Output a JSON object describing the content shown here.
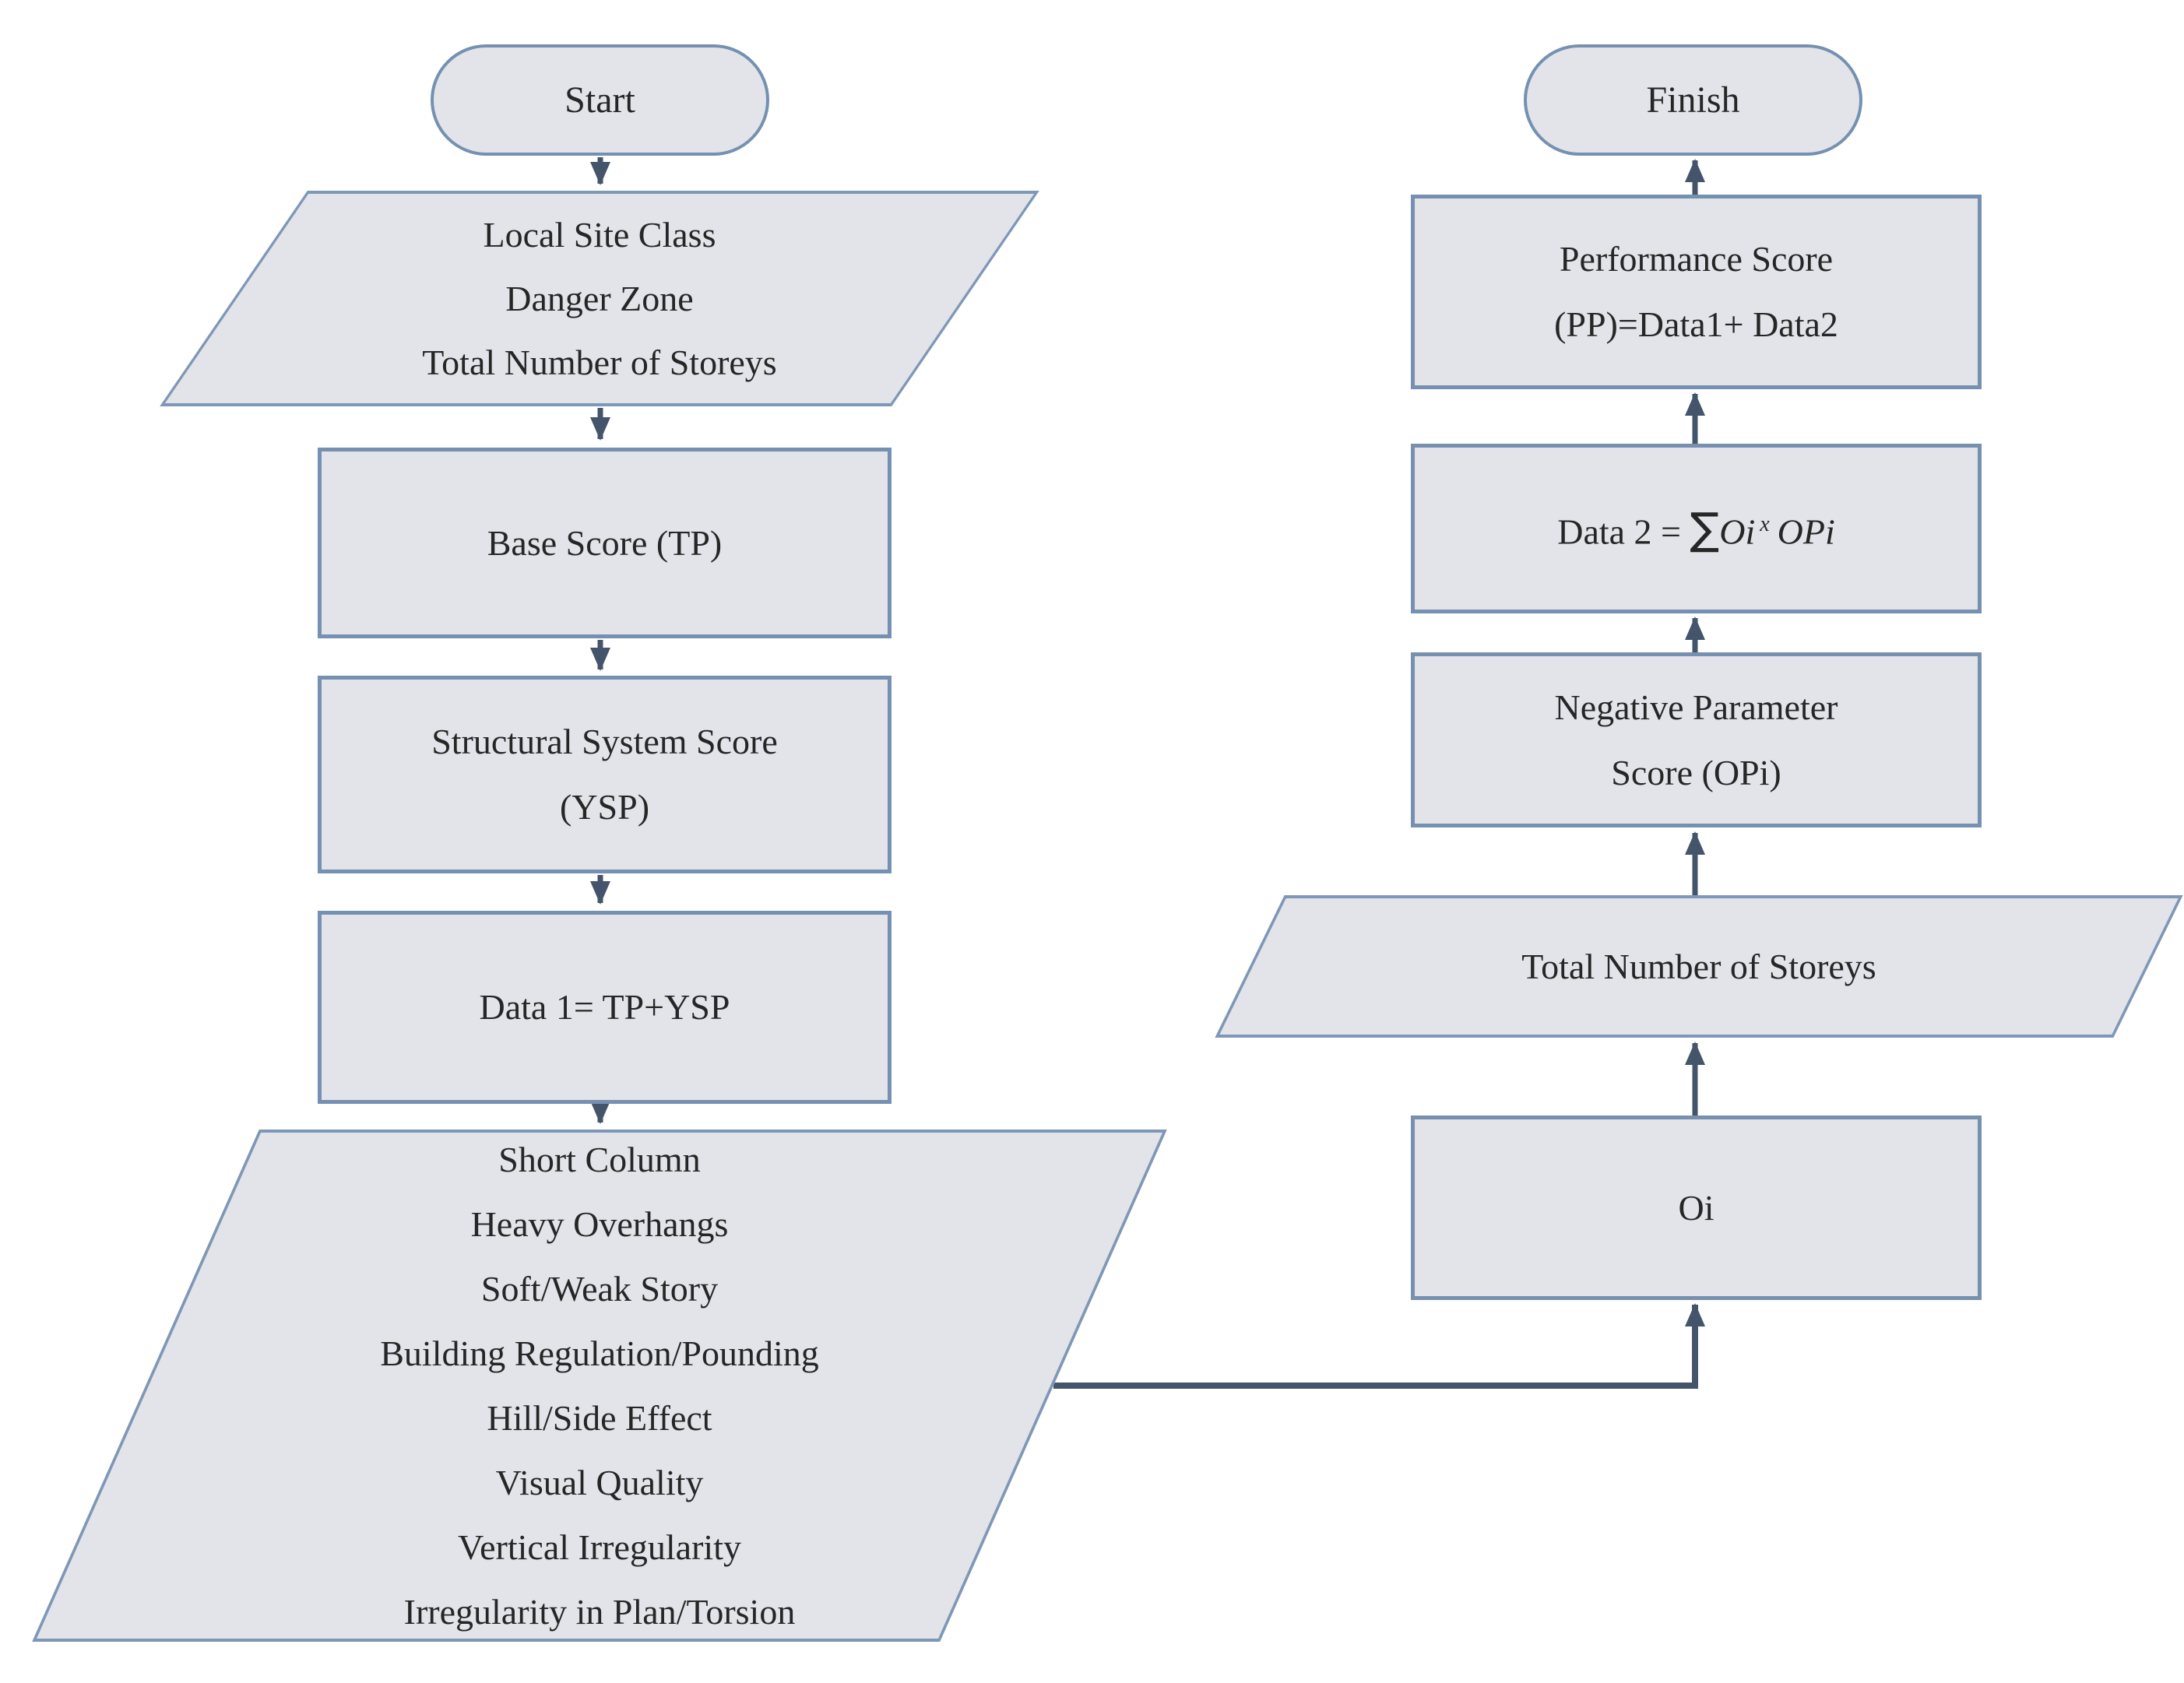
{
  "diagram": {
    "title": "Performance score flowchart",
    "colors": {
      "shape_fill": "#e2e4e9",
      "shape_border": "#7590b1",
      "arrow": "#44546a",
      "text": "#262626"
    },
    "nodes": {
      "start": {
        "label": "Start"
      },
      "site_inputs": {
        "lines": [
          "Local Site Class",
          "Danger Zone",
          "Total Number of Storeys"
        ]
      },
      "base_score": {
        "label": "Base Score (TP)"
      },
      "structural": {
        "lines": [
          "Structural System Score",
          "(YSP)"
        ]
      },
      "data1": {
        "label": "Data 1= TP+YSP"
      },
      "negative_params": {
        "lines": [
          "Short Column",
          "Heavy Overhangs",
          "Soft/Weak Story",
          "Building Regulation/Pounding",
          "Hill/Side Effect",
          "Visual Quality",
          "Vertical Irregularity",
          "Irregularity in Plan/Torsion"
        ]
      },
      "finish": {
        "label": "Finish"
      },
      "performance": {
        "lines": [
          "Performance Score",
          "(PP)=Data1+ Data2"
        ]
      },
      "data2": {
        "prefix": "Data 2 = ",
        "sigma": "∑",
        "oi": "Oi",
        "exp": "x",
        "opi": "OPi"
      },
      "negative_param_score": {
        "lines": [
          "Negative Parameter",
          "Score (OPi)"
        ]
      },
      "storeys": {
        "label": "Total Number of Storeys"
      },
      "oi": {
        "label": "Oi"
      }
    }
  }
}
